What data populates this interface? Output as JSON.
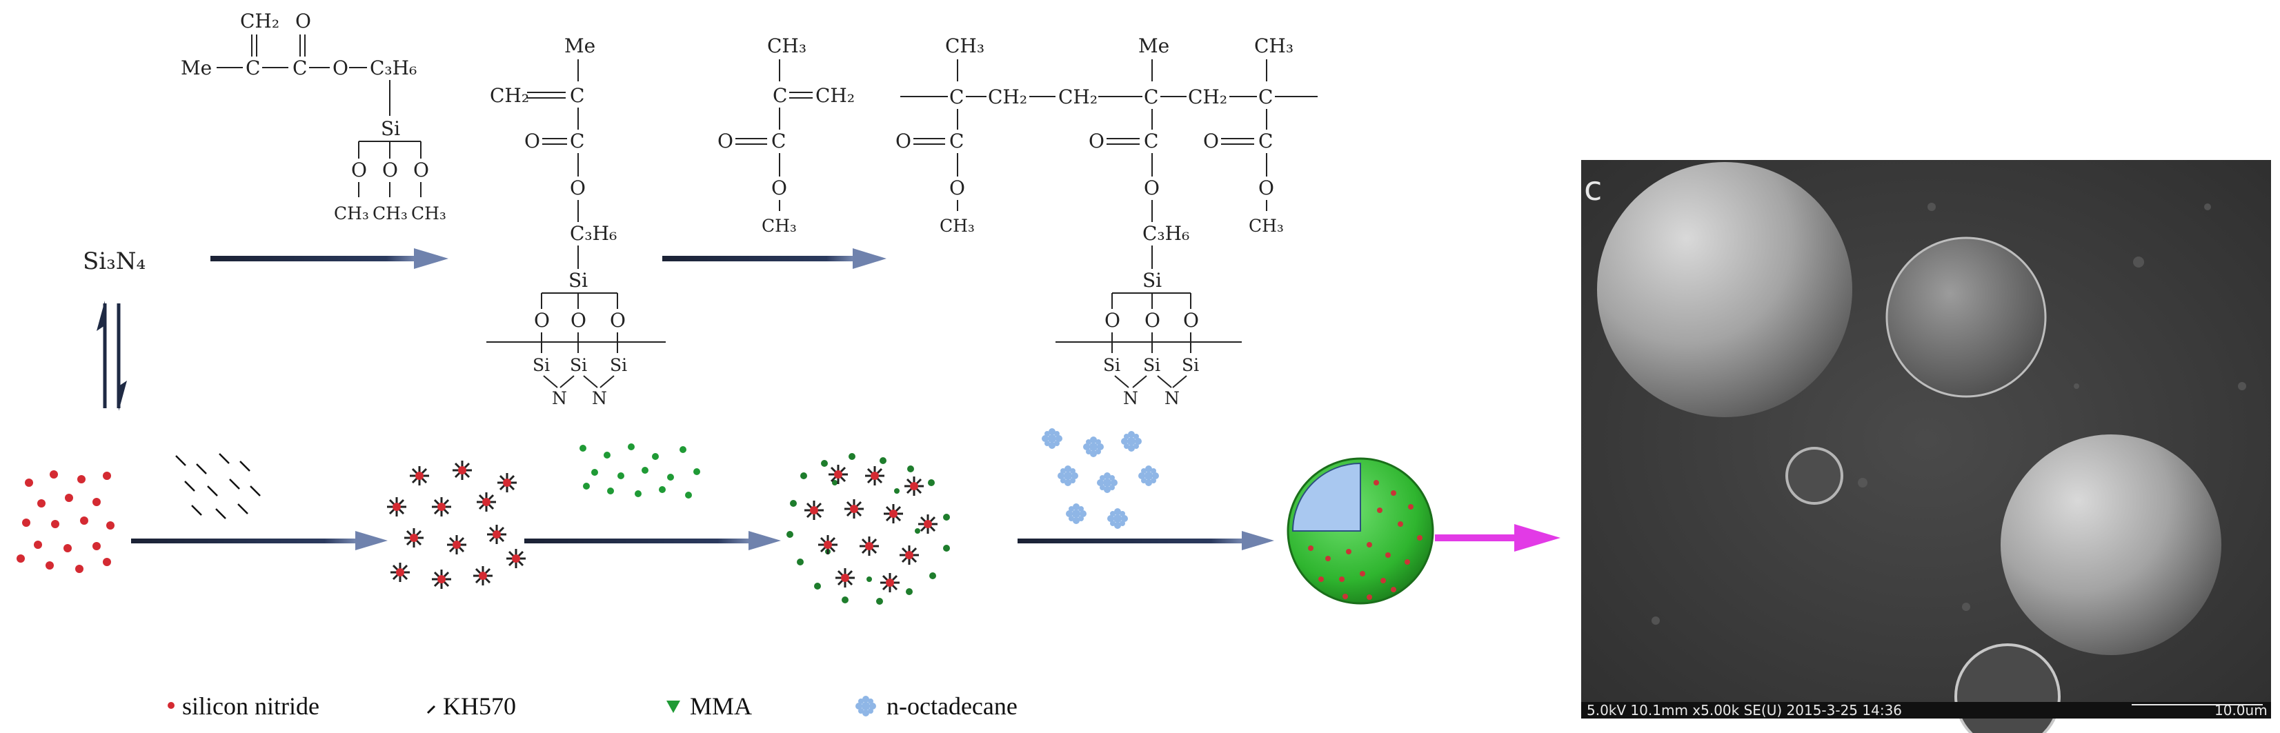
{
  "chem": {
    "kh570": {
      "ch2": "CH₂",
      "o": "O",
      "me": "Me",
      "c1": "C",
      "c2": "C",
      "o_link": "O",
      "c3h6": "C₃H₆",
      "si": "Si",
      "o1": "O",
      "o2": "O",
      "o3": "O",
      "ch3_1": "CH₃",
      "ch3_2": "CH₃",
      "ch3_3": "CH₃"
    },
    "si3n4": "Si₃N₄",
    "grafted": {
      "me": "Me",
      "ch2": "CH₂",
      "c1": "C",
      "o": "O",
      "c2": "C",
      "o_link": "O",
      "c3h6": "C₃H₆",
      "si": "Si",
      "o1": "O",
      "o2": "O",
      "o3": "O",
      "si_s1": "Si",
      "si_s2": "Si",
      "si_s3": "Si",
      "n1": "N",
      "n2": "N"
    },
    "mma": {
      "ch3": "CH₃",
      "c1": "C",
      "ch2": "CH₂",
      "o": "O",
      "c2": "C",
      "o_link": "O",
      "ch3_b": "CH₃"
    },
    "polymer": {
      "ch3_a": "CH₃",
      "me": "Me",
      "ch3_c": "CH₃",
      "c_a": "C",
      "ch2_1": "CH₂",
      "ch2_2": "CH₂",
      "c_b": "C",
      "ch2_3": "CH₂",
      "c_c": "C",
      "o_a": "O",
      "c_a2": "C",
      "o_b": "O",
      "c_b2": "C",
      "o_c": "O",
      "c_c2": "C",
      "oa_link": "O",
      "ob_link": "O",
      "oc_link": "O",
      "ch3_a2": "CH₃",
      "ch3_c2": "CH₃",
      "c3h6": "C₃H₆",
      "si": "Si",
      "o1": "O",
      "o2": "O",
      "o3": "O",
      "si_s1": "Si",
      "si_s2": "Si",
      "si_s3": "Si",
      "n1": "N",
      "n2": "N"
    }
  },
  "legend": {
    "silicon_nitride": "silicon nitride",
    "kh570": "KH570",
    "mma": "MMA",
    "n_octadecane": "n-octadecane"
  },
  "sem": {
    "panel_letter": "c",
    "info": "5.0kV 10.1mm x5.00k SE(U) 2015-3-25 14:36",
    "scale": "10.0um"
  },
  "colors": {
    "arrow": "#1f2a44",
    "silicon_nitride": "#d42a32",
    "kh570": "#1a1a1a",
    "mma": "#1f9a35",
    "n_octadecane": "#8fb6e6",
    "sphere": "#3cc13c",
    "core": "#a9c8f0",
    "magenta_arrow": "#e23ae6",
    "sem_bg": "#3d3d3d"
  }
}
